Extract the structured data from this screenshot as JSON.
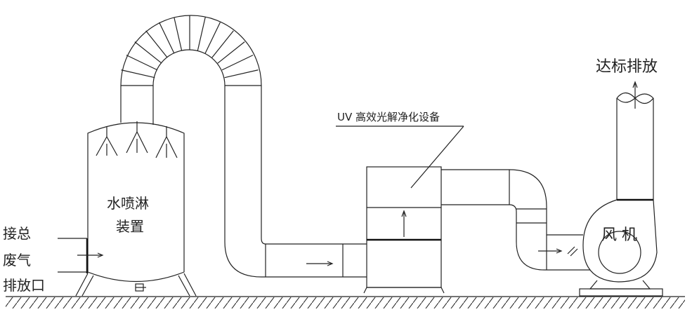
{
  "labels": {
    "inlet_line1": "接总",
    "inlet_line2": "废气",
    "inlet_line3": "排放口",
    "scrubber_line1": "水喷淋",
    "scrubber_line2": "装置",
    "uv_device": "UV 高效光解净化设备",
    "exhaust": "达标排放",
    "fan": "风 机"
  },
  "colors": {
    "line": "#222222",
    "background": "#ffffff"
  }
}
